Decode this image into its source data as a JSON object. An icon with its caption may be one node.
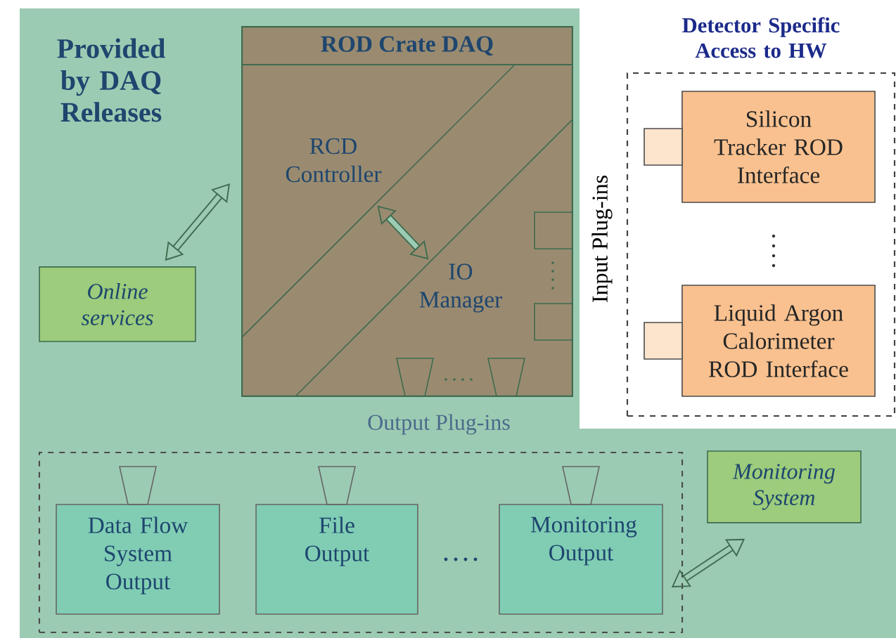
{
  "diagram": {
    "nodes": [
      {
        "text": [
          "ROD Crate DAQ"
        ]
      },
      {
        "text": [
          "RCD Controller"
        ],
        "in": 0
      },
      {
        "text": [
          "IO Manager"
        ],
        "in": 0
      },
      {
        "text": [
          "Online services"
        ]
      },
      {
        "text": [
          "Detector Specific Access to HW"
        ]
      },
      {
        "text": [
          "Silicon Tracker ROD Interface"
        ],
        "in": 4
      },
      {
        "text": [
          "Liquid Argon Calorimeter ROD Interface"
        ],
        "in": 4
      },
      {
        "text": [],
        "shape": "box"
      },
      {
        "text": [
          "Data Flow System Output"
        ],
        "in": 7
      },
      {
        "text": [
          "File Output"
        ],
        "in": 7
      },
      {
        "text": [
          "Monitoring Output"
        ],
        "in": 7
      },
      {
        "text": [
          "Monitoring System"
        ]
      }
    ],
    "edges": [
      {
        "from": 3,
        "to": 0,
        "arrow": "both"
      },
      {
        "from": 1,
        "to": 2,
        "arrow": "both"
      },
      {
        "from": 10,
        "to": 11,
        "arrow": "both"
      }
    ],
    "labels": [
      "Provided by DAQ Releases",
      "Input Plug-ins",
      "Output Plug-ins"
    ]
  }
}
